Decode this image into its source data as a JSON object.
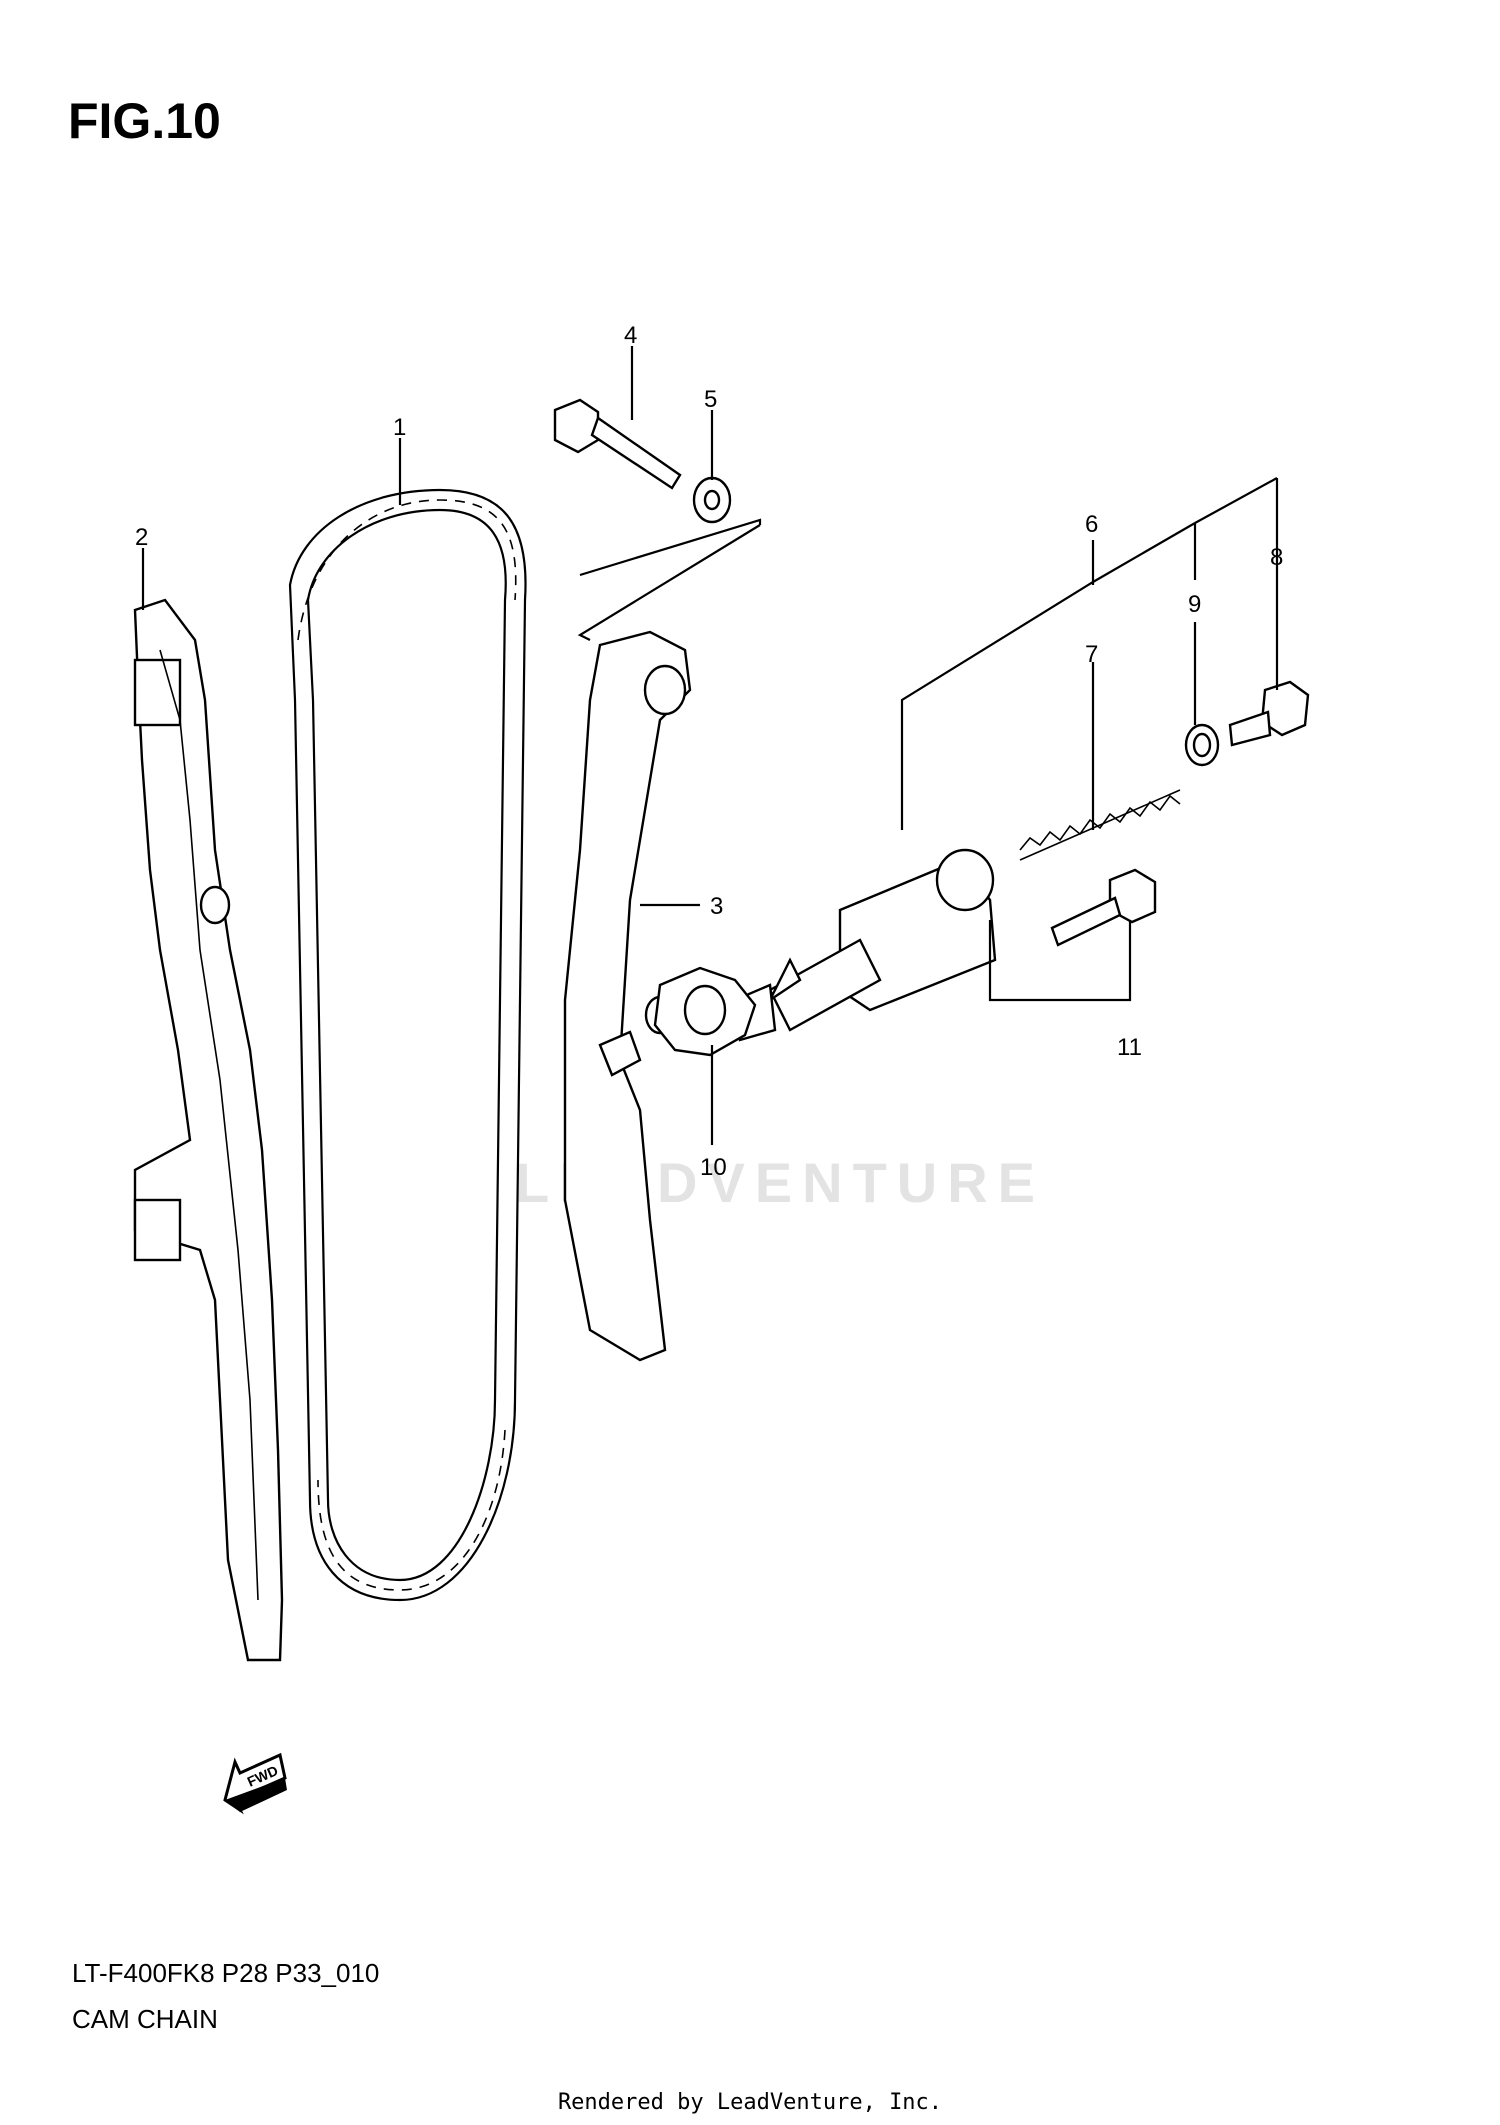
{
  "figure": {
    "title": "FIG.10",
    "model_code": "LT-F400FK8 P28 P33_010",
    "section_name": "CAM CHAIN"
  },
  "callouts": [
    "1",
    "2",
    "3",
    "4",
    "5",
    "6",
    "7",
    "8",
    "9",
    "10",
    "11"
  ],
  "watermark": "LEADVENTURE",
  "fwd_label": "FWD",
  "credit": "Rendered by LeadVenture, Inc."
}
